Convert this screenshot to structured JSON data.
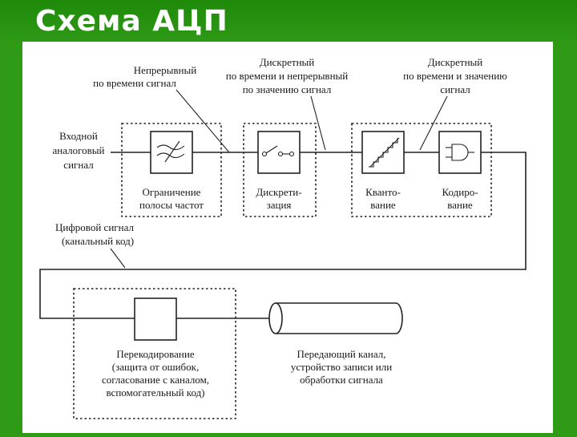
{
  "title": "Схема АЦП",
  "labels": {
    "cont_time_signal": [
      "Непрерывный",
      "по времени сигнал"
    ],
    "disc_time_cont_value": [
      "Дискретный",
      "по времени и непрерывный",
      "по значению сигнал"
    ],
    "disc_time_disc_value": [
      "Дискретный",
      "по времени и значению",
      "сигнал"
    ],
    "input_analog": [
      "Входной",
      "аналоговый",
      "сигнал"
    ],
    "digital_signal": [
      "Цифровой сигнал",
      "(канальный код)"
    ]
  },
  "blocks": {
    "band_limit": [
      "Ограничение",
      "полосы частот"
    ],
    "sampling": [
      "Дискрети-",
      "зация"
    ],
    "quantization": [
      "Кванто-",
      "вание"
    ],
    "coding": [
      "Кодиро-",
      "вание"
    ],
    "recoding": [
      "Перекодирование",
      "(защита от ошибок,",
      "согласование с каналом,",
      "вспомогательный код)"
    ],
    "channel": [
      "Передающий канал,",
      "устройство записи или",
      "обработки сигнала"
    ]
  },
  "colors": {
    "background": "#2f9a16",
    "panel": "#ffffff",
    "title": "#ffffff",
    "ink": "#222222"
  }
}
